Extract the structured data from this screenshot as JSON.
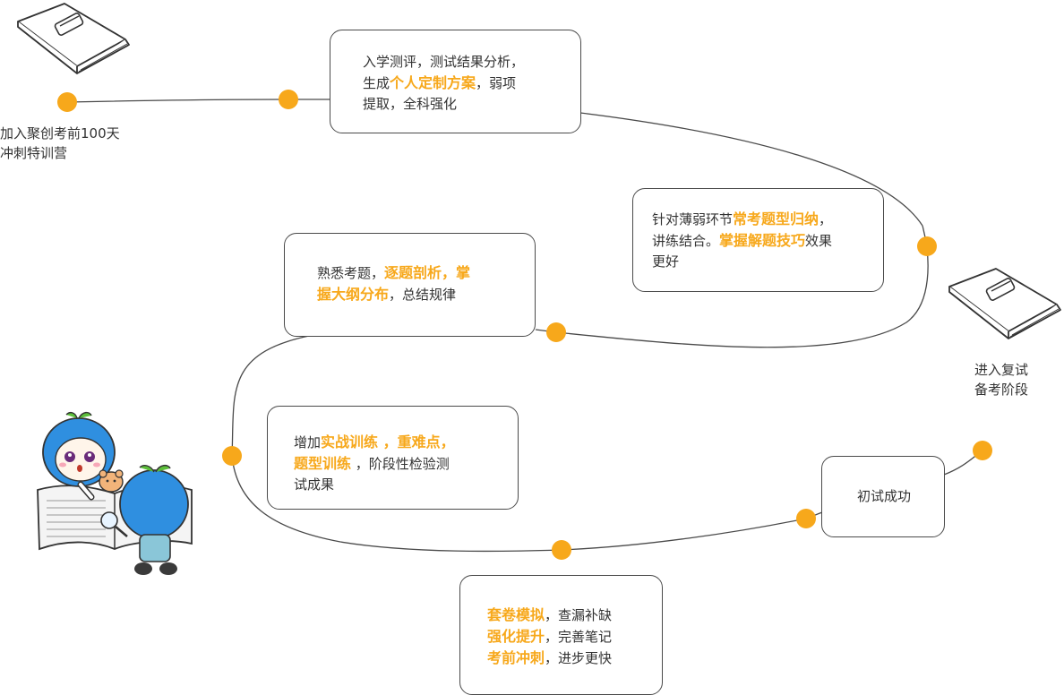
{
  "colors": {
    "accent": "#f7a81b",
    "line": "#4a4a4a",
    "text": "#333333"
  },
  "start_label": {
    "line1": "加入聚创考前100天",
    "line2": "冲刺特训营"
  },
  "end_label": {
    "line1": "进入复试",
    "line2": "备考阶段"
  },
  "icons": {
    "book_start": "notebook-icon",
    "book_end": "notebook-icon",
    "mascot": "mascot-reading-icon"
  },
  "step1": {
    "line1": "入学测评，测试结果分析，",
    "line2_a": "生成",
    "line2_hl": "个人定制方案",
    "line2_b": "，弱项",
    "line3": "提取，全科强化"
  },
  "step2": {
    "line1_a": "针对薄弱环节",
    "line1_hl": "常考题型归纳",
    "line1_b": "，",
    "line2_a": "讲练结合。",
    "line2_hl": "掌握解题技巧",
    "line2_b": "效果",
    "line3": "更好"
  },
  "step3": {
    "line1_a": "熟悉考题，",
    "line1_hl": "逐题剖析，掌",
    "line2_hl": "握大纲分布",
    "line2_b": "，总结规律"
  },
  "step4": {
    "line1_a": "增加",
    "line1_hl": "实战训练 ，重难点，",
    "line2_hl": "题型训练",
    "line2_b": " ，阶段性检验测",
    "line3": "试成果"
  },
  "step5": {
    "line1_hl": "套卷模拟",
    "line1_b": "，查漏补缺",
    "line2_hl": "强化提升",
    "line2_b": "，完善笔记",
    "line3_hl": "考前冲刺",
    "line3_b": "，进步更快"
  },
  "step6": {
    "label": "初试成功"
  }
}
